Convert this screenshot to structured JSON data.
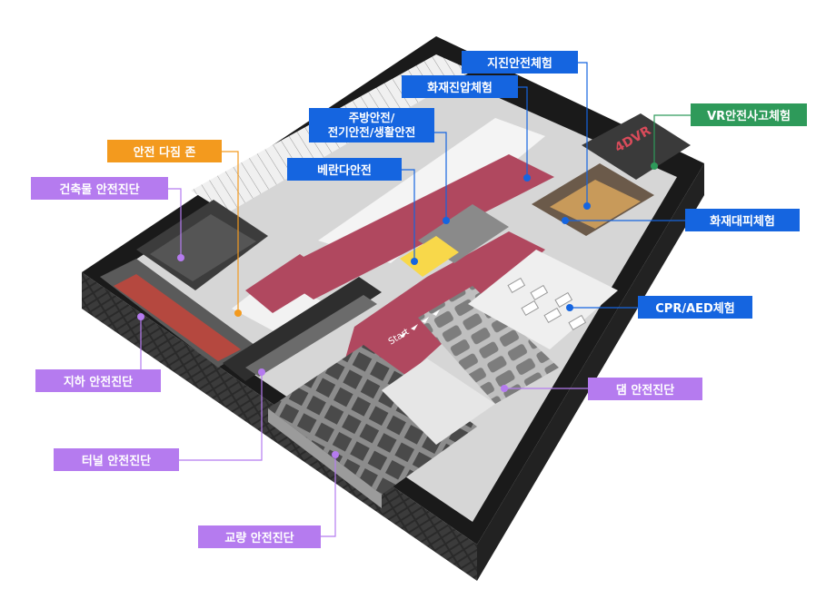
{
  "colors": {
    "blue": "#1565e0",
    "purple": "#b57bef",
    "orange": "#f39a1e",
    "green": "#2e9a5a",
    "wall": "#1a1a1a",
    "corridor": "#b0485f",
    "floor": "#dcdcdc"
  },
  "callouts": [
    {
      "id": "earthquake",
      "text": "지진안전체험",
      "color": "blue",
      "icon": "none"
    },
    {
      "id": "fire-suppression",
      "text": "화재진압체험",
      "color": "blue"
    },
    {
      "id": "kitchen-electric-life",
      "lines": [
        "주방안전/",
        "전기안전/생활안전"
      ],
      "color": "blue"
    },
    {
      "id": "veranda",
      "text": "베란다안전",
      "color": "blue"
    },
    {
      "id": "vr-accident",
      "text": "VR안전사고체험",
      "color": "green"
    },
    {
      "id": "fire-evacuation",
      "text": "화재대피체험",
      "color": "blue"
    },
    {
      "id": "cpr-aed",
      "text": "CPR/AED체험",
      "color": "blue"
    },
    {
      "id": "safety-pledge",
      "text": "안전 다짐 존",
      "color": "orange"
    },
    {
      "id": "building-diagnosis",
      "text": "건축물 안전진단",
      "color": "purple"
    },
    {
      "id": "underground-diagnosis",
      "text": "지하 안전진단",
      "color": "purple"
    },
    {
      "id": "tunnel-diagnosis",
      "text": "터널 안전진단",
      "color": "purple"
    },
    {
      "id": "bridge-diagnosis",
      "text": "교량 안전진단",
      "color": "purple"
    },
    {
      "id": "dam-diagnosis",
      "text": "댐 안전진단",
      "color": "purple"
    }
  ],
  "signage": {
    "vr_sign": "4DVR",
    "corridor_mark": "Start"
  }
}
